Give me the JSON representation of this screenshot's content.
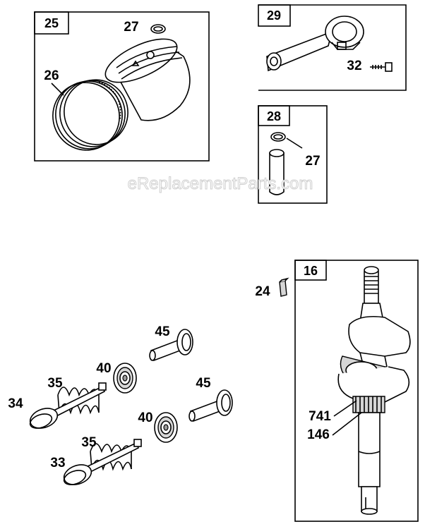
{
  "watermark": "eReplacementParts.com",
  "groups": {
    "g25": "25",
    "g29": "29",
    "g28": "28",
    "g16": "16"
  },
  "callouts": {
    "c27_top": "27",
    "c26": "26",
    "c32": "32",
    "c27_pin": "27",
    "c24": "24",
    "c45_top": "45",
    "c40_top": "40",
    "c35_top": "35",
    "c34": "34",
    "c45_bot": "45",
    "c40_bot": "40",
    "c35_bot": "35",
    "c33": "33",
    "c741": "741",
    "c146": "146"
  },
  "colors": {
    "line": "#000000",
    "shade": "#d6d6d6",
    "watermark_outline": "#cfcfcf"
  }
}
